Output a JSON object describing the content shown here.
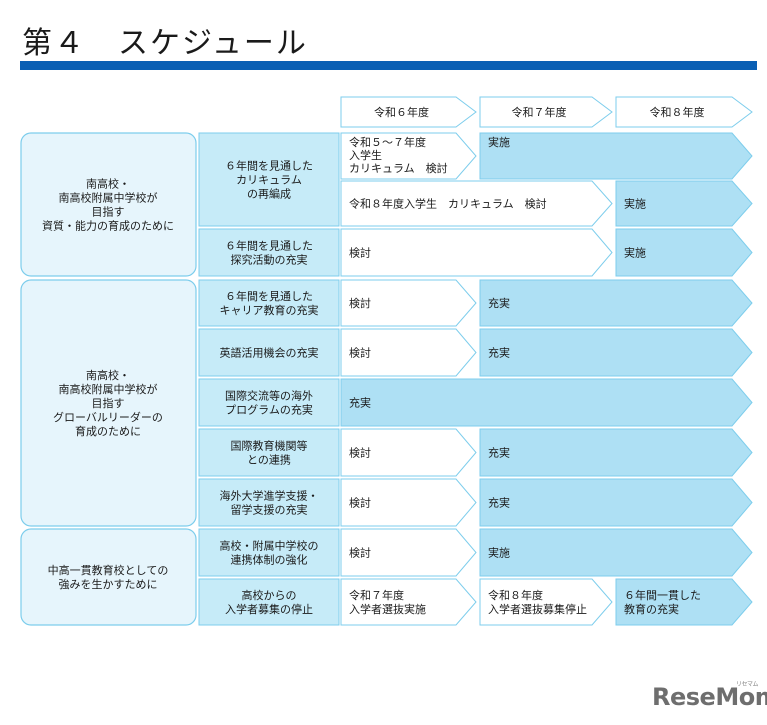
{
  "page": {
    "title": "第４　スケジュール",
    "watermark": "ReseMom",
    "watermark_small": "リセマム"
  },
  "years": [
    "令和６年度",
    "令和７年度",
    "令和８年度"
  ],
  "groups": [
    {
      "label": [
        "南高校・",
        "南高校附属中学校が",
        "目指す",
        "資質・能力の育成のために"
      ]
    },
    {
      "label": [
        "南高校・",
        "南高校附属中学校が",
        "目指す",
        "グローバルリーダーの",
        "育成のために"
      ]
    },
    {
      "label": [
        "中高一貫教育校としての",
        "強みを生かすために"
      ]
    }
  ],
  "items": [
    {
      "label": [
        "６年間を見通した",
        "カリキュラム",
        "の再編成"
      ]
    },
    {
      "label": [
        "６年間を見通した",
        "探究活動の充実"
      ]
    },
    {
      "label": [
        "６年間を見通した",
        "キャリア教育の充実"
      ]
    },
    {
      "label": [
        "英語活用機会の充実"
      ]
    },
    {
      "label": [
        "国際交流等の海外",
        "プログラムの充実"
      ]
    },
    {
      "label": [
        "国際教育機関等",
        "との連携"
      ]
    },
    {
      "label": [
        "海外大学進学支援・",
        "留学支援の充実"
      ]
    },
    {
      "label": [
        "高校・附属中学校の",
        "連携体制の強化"
      ]
    },
    {
      "label": [
        "高校からの",
        "入学者募集の停止"
      ]
    }
  ],
  "bars": [
    {
      "lines": [
        "令和５～７年度",
        "入学生",
        "カリキュラム　検討"
      ],
      "style": "white",
      "valign": "top"
    },
    {
      "lines": [
        "実施"
      ],
      "style": "blue",
      "valign": "top"
    },
    {
      "lines": [
        "令和８年度入学生　カリキュラム　検討"
      ],
      "style": "white"
    },
    {
      "lines": [
        "実施"
      ],
      "style": "blue"
    },
    {
      "lines": [
        "検討"
      ],
      "style": "white"
    },
    {
      "lines": [
        "実施"
      ],
      "style": "blue"
    },
    {
      "lines": [
        "検討"
      ],
      "style": "white"
    },
    {
      "lines": [
        "充実"
      ],
      "style": "blue"
    },
    {
      "lines": [
        "検討"
      ],
      "style": "white"
    },
    {
      "lines": [
        "充実"
      ],
      "style": "blue"
    },
    {
      "lines": [
        "充実"
      ],
      "style": "blue"
    },
    {
      "lines": [
        "検討"
      ],
      "style": "white"
    },
    {
      "lines": [
        "充実"
      ],
      "style": "blue"
    },
    {
      "lines": [
        "検討"
      ],
      "style": "white"
    },
    {
      "lines": [
        "充実"
      ],
      "style": "blue"
    },
    {
      "lines": [
        "検討"
      ],
      "style": "white"
    },
    {
      "lines": [
        "実施"
      ],
      "style": "blue"
    },
    {
      "lines": [
        "令和７年度",
        "入学者選抜実施"
      ],
      "style": "white"
    },
    {
      "lines": [
        "令和８年度",
        "入学者選抜募集停止"
      ],
      "style": "white"
    },
    {
      "lines": [
        "６年間一貫した",
        "教育の充実"
      ],
      "style": "blue"
    }
  ],
  "colors": {
    "accent_rule": "#0a5fb4",
    "bar_blue": "#aee0f4",
    "box_fill": "#e6f5fc",
    "item_fill": "#c6ebf8",
    "stroke": "#7dcdec"
  }
}
